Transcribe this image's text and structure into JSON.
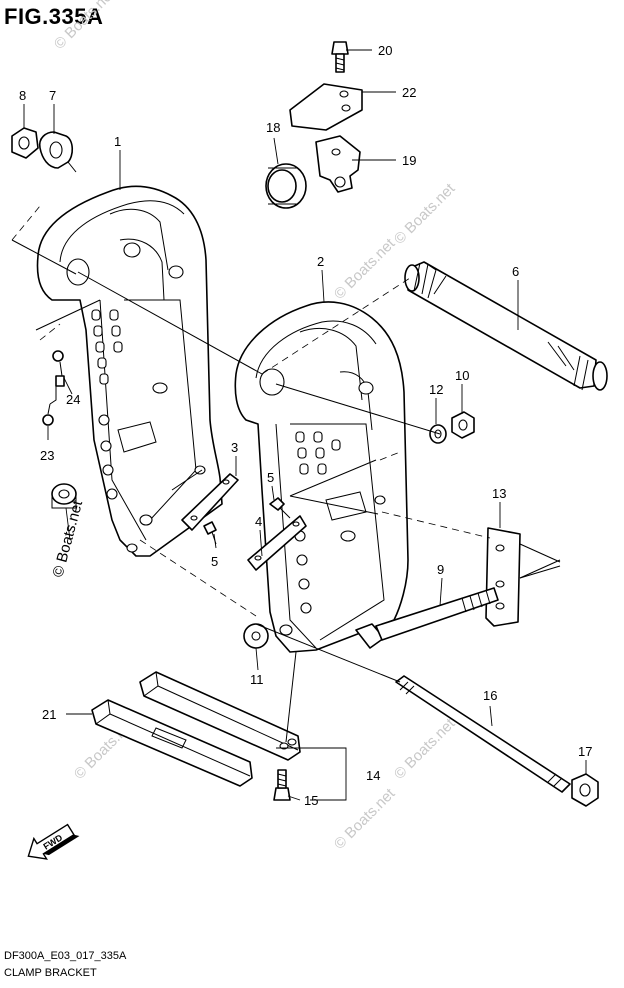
{
  "figure": {
    "title": "FIG.335A"
  },
  "watermark": "© Boats.net",
  "callouts": [
    "1",
    "2",
    "3",
    "4",
    "5",
    "5",
    "6",
    "7",
    "8",
    "9",
    "10",
    "11",
    "12",
    "13",
    "14",
    "15",
    "16",
    "17",
    "18",
    "19",
    "20",
    "21",
    "22",
    "23",
    "24"
  ],
  "fwd_label": "FWD",
  "footer": {
    "code": "DF300A_E03_017_335A",
    "name": "CLAMP BRACKET"
  }
}
